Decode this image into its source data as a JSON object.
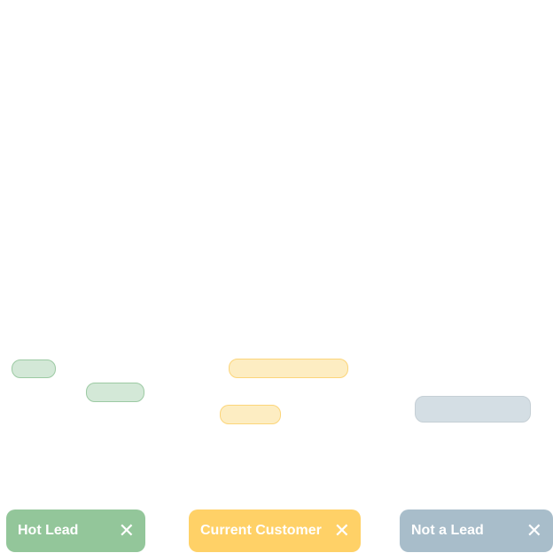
{
  "tags": [
    {
      "label": "Hot Lead",
      "color": "#93c69a",
      "close_icon": "close-icon"
    },
    {
      "label": "Current Customer",
      "color": "#ffd167",
      "close_icon": "close-icon"
    },
    {
      "label": "Not a Lead",
      "color": "#a8bdca",
      "close_icon": "close-icon"
    }
  ],
  "close_glyph": "✕"
}
